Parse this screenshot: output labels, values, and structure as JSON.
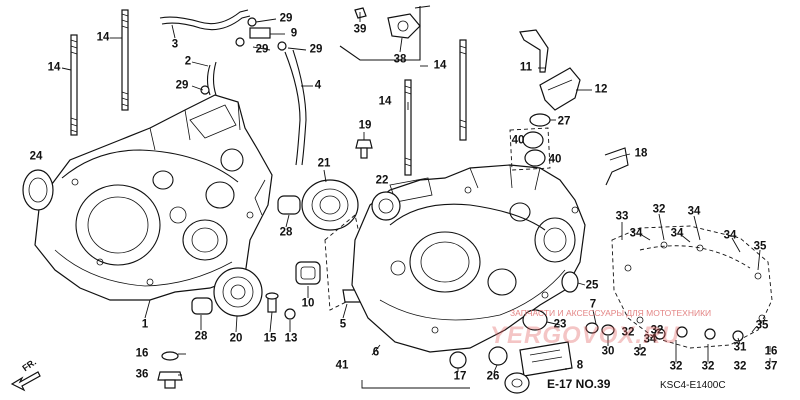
{
  "diagram": {
    "reference": "E-17 NO.39",
    "code": "KSC4-E1400C",
    "front_marker": "FR.",
    "watermark": {
      "text": "ЗАПЧАСТИ И АКСЕССУАРЫ ДЛЯ МОТОТЕХНИКИ",
      "logo": "YERGOVOX.RU"
    },
    "callouts": [
      "1",
      "2",
      "3",
      "4",
      "5",
      "6",
      "7",
      "8",
      "9",
      "10",
      "11",
      "12",
      "13",
      "14",
      "15",
      "16",
      "17",
      "18",
      "19",
      "20",
      "21",
      "22",
      "23",
      "24",
      "25",
      "26",
      "27",
      "28",
      "29",
      "30",
      "31",
      "32",
      "33",
      "34",
      "35",
      "36",
      "37",
      "38",
      "39",
      "40",
      "41"
    ]
  }
}
